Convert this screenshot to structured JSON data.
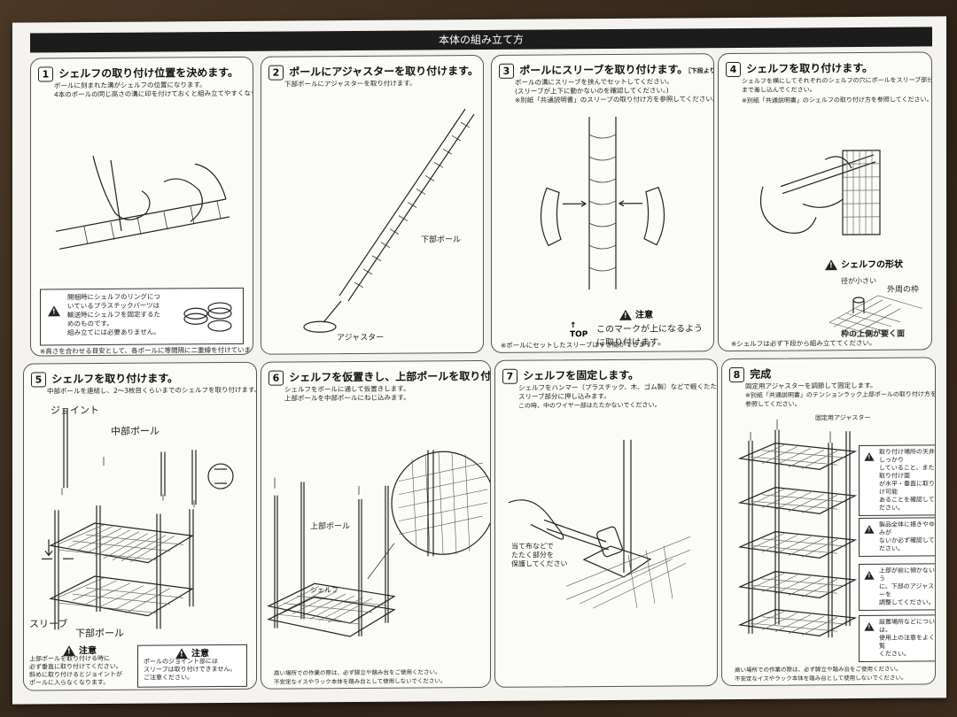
{
  "header": {
    "title": "本体の組み立て方"
  },
  "step1": {
    "number": "1",
    "title": "シェルフの取り付け位置を決めます。",
    "desc1": "ポールに刻まれた溝がシェルフの位置になります。",
    "desc2": "4本のポールの同じ高さの溝に印を付けておくと組み立てやすくなります。",
    "caution": "開梱時にシェルフのリングにつ\nいているプラスチックパーツは\n輸送時にシェルフを固定するた\nめのものです。\n組み立てには必要ありません。",
    "footer": "※高さを合わせる目安として、各ポールに等間隔に二重線を付けています。"
  },
  "step2": {
    "number": "2",
    "title": "ポールにアジャスターを取り付けます。",
    "desc1": "下部ポールにアジャスターを取り付けます。",
    "label_pole": "下部ポール",
    "label_adjuster": "アジャスター"
  },
  "step3": {
    "number": "3",
    "title": "ポールにスリーブを取り付けます。",
    "title_note": "［下段より組み立てます］",
    "desc1": "ポールの溝にスリーブを挟んでセットしてください。",
    "desc2": "(スリーブが上下に動かないのを確認してください。)",
    "desc3": "※別紙「共通説明書」のスリーブの取り付け方を参照してください。",
    "caution_title": "注意",
    "top_label": "TOP",
    "caution_text": "このマークが上になるよう\nに取り付けます。",
    "footer": "※ポールにセットしたスリーブはすき間ができます。"
  },
  "step4": {
    "number": "4",
    "title": "シェルフを取り付けます。",
    "desc1": "シェルフを横にしてそれぞれのシェルフの穴にポールをスリーブ部分",
    "desc2": "まで差し込んでください。",
    "desc3": "※別紙「共通説明書」のシェルフの取り付け方を参照してください。",
    "shape_title": "シェルフの形状",
    "label_small": "径が小さい",
    "label_outer": "外周の枠",
    "label_down": "枠の上側が要く面",
    "footer": "※シェルフは必ず下段から組み立ててください。"
  },
  "step5": {
    "number": "5",
    "title": "シェルフを取り付けます。",
    "desc1": "中部ポールを連結し、2～3枚目くらいまでのシェルフを取り付けます。",
    "label_joint": "ジョイント",
    "label_mid_pole": "中部ポール",
    "label_sleeve": "スリーブ",
    "label_lower_pole": "下部ポール",
    "caution1_title": "注意",
    "caution1_text": "上部ポールを取り付ける時に\n必ず垂直に取り付けてください。\n斜めに取り付けるとジョイントが\nポールに入らなくなります。",
    "caution2_title": "注意",
    "caution2_text": "ポールのジョイント部には\nスリーブは取り付けできません。\nご注意ください。"
  },
  "step6": {
    "number": "6",
    "title": "シェルフを仮置きし、上部ポールを取り付けます。",
    "desc1": "シェルフをポールに通して仮置きします。",
    "desc2": "上部ポールを中部ポールにねじ込みます。",
    "label_upper_pole": "上部ポール",
    "label_shelf": "シェルフ",
    "footer1": "高い場所での作業の際は、必ず脚立や踏み台をご使用ください。",
    "footer2": "不安定なイスやラック本体を踏み台として使用しないでください。"
  },
  "step7": {
    "number": "7",
    "title": "シェルフを固定します。",
    "desc1": "シェルフをハンマー（プラスチック、木、ゴム製）などで軽くたたいて",
    "desc2": "スリーブ部分に押し込みます。",
    "desc3": "この時、中のワイヤー部はたたかないでください。",
    "label_cloth": "当て布などで\nたたく部分を\n保護してください"
  },
  "step8": {
    "number": "8",
    "title": "完成",
    "desc1": "固定用アジャスターを調節して固定します。",
    "desc2": "※別紙「共通説明書」のテンションラック上部ポールの取り付け方を",
    "desc3": "参照してください。",
    "label_fixed_adjuster": "固定用アジャスター",
    "note1": "取り付け場所の天井がしっかり\nしていること、また、取り付け面\nが水平・垂直に取り付け可能\nあることを確認してください。",
    "note2": "製品全体に揺きやゆがみが\nないか必ず確認してください。",
    "note3": "上部が前に傾かないよう\nに、下部のアジャスターを\n調整してください。",
    "note4": "設置場所などについては、\n使用上の注意をよくご覧\nください。",
    "footer1": "高い場所での作業の際は、必ず脚立や踏み台をご使用ください。",
    "footer2": "不安定なイスやラック本体を踏み台として使用しないでください。"
  }
}
